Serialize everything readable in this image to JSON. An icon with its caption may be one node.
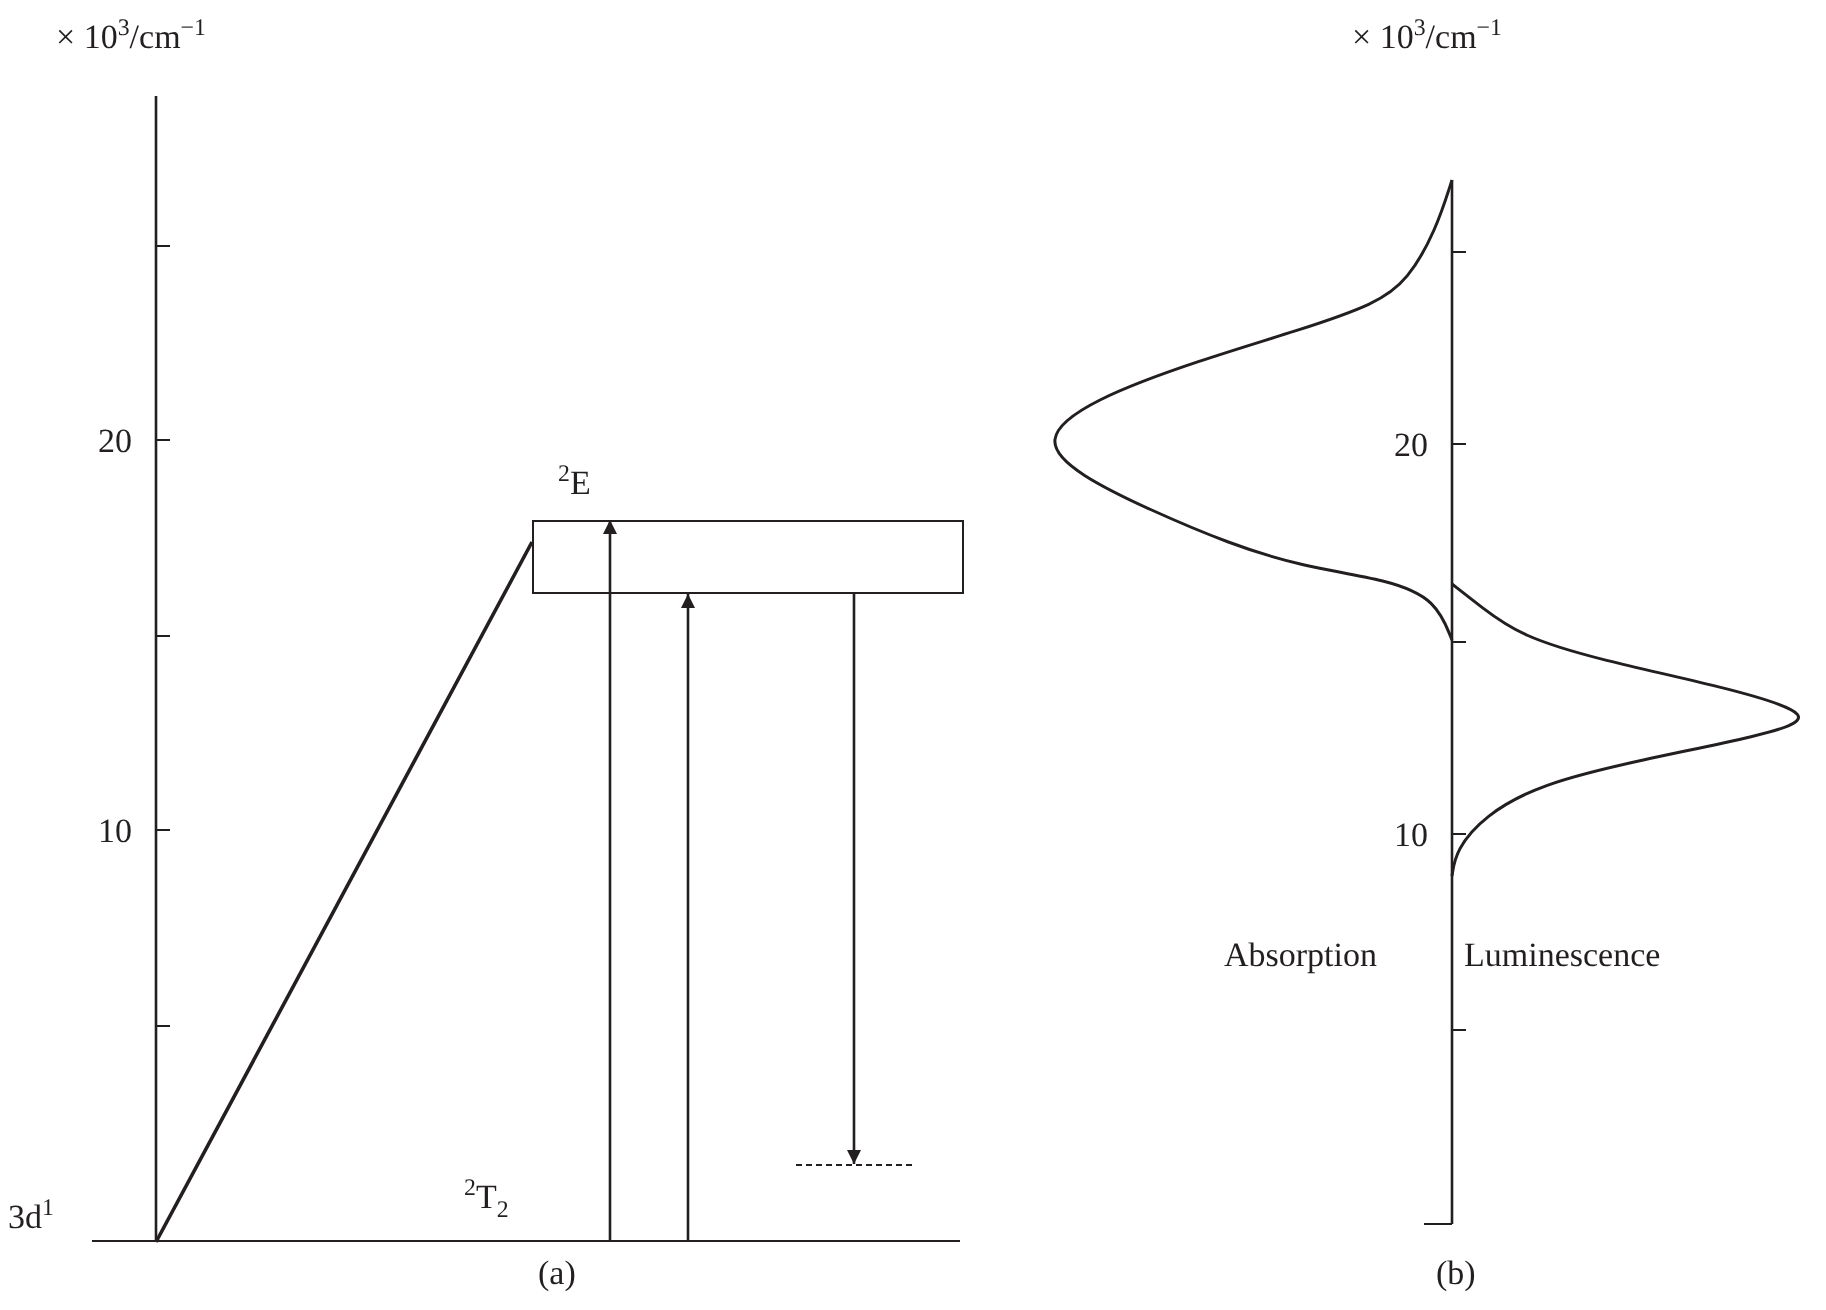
{
  "diagram": {
    "nodes": [
      {
        "text": [
          "$^{2}$E"
        ]
      },
      {
        "text": [
          "$^{2}$T$_{2}$"
        ]
      },
      {
        "text": [],
        "shape": "bar"
      },
      {
        "text": [
          "3d$^{1}$"
        ]
      }
    ],
    "edges": [
      {
        "from": 1,
        "to": 0,
        "arrow": "to"
      },
      {
        "from": 1,
        "to": 0,
        "arrow": "to"
      },
      {
        "from": 0,
        "to": 2,
        "arrow": "to"
      },
      {
        "from": 3,
        "to": 0,
        "arrow": "none"
      }
    ],
    "labels": [
      "× 10$^{3}$/cm$^{−1}$",
      "× 10$^{3}$/cm$^{−1}$",
      "20",
      "20",
      "10",
      "10",
      "Absorption",
      "Luminescence",
      "(a)",
      "(b)"
    ]
  }
}
